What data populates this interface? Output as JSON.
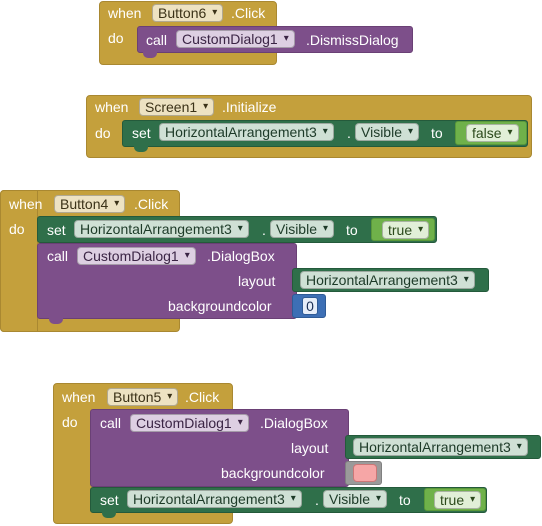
{
  "blocks": {
    "b1": {
      "when": "when",
      "component": "Button6",
      "event": ".Click",
      "do": "do",
      "call": "call",
      "target": "CustomDialog1",
      "method": ".DismissDialog"
    },
    "b2": {
      "when": "when",
      "component": "Screen1",
      "event": ".Initialize",
      "do": "do",
      "set": "set",
      "target": "HorizontalArrangement3",
      "dot": ".",
      "property": "Visible",
      "to": "to",
      "value": "false"
    },
    "b3": {
      "when": "when",
      "component": "Button4",
      "event": ".Click",
      "do": "do",
      "set": "set",
      "set_target": "HorizontalArrangement3",
      "dot": ".",
      "property": "Visible",
      "to": "to",
      "value": "true",
      "call": "call",
      "call_target": "CustomDialog1",
      "method": ".DialogBox",
      "layout_label": "layout",
      "layout_value": "HorizontalArrangement3",
      "bg_label": "backgroundcolor",
      "bg_value": "0"
    },
    "b4": {
      "when": "when",
      "component": "Button5",
      "event": ".Click",
      "do": "do",
      "call": "call",
      "call_target": "CustomDialog1",
      "method": ".DialogBox",
      "layout_label": "layout",
      "layout_value": "HorizontalArrangement3",
      "bg_label": "backgroundcolor",
      "bg_color": "#f6a6a6",
      "set": "set",
      "set_target": "HorizontalArrangement3",
      "dot": ".",
      "property": "Visible",
      "to": "to",
      "value": "true"
    }
  }
}
